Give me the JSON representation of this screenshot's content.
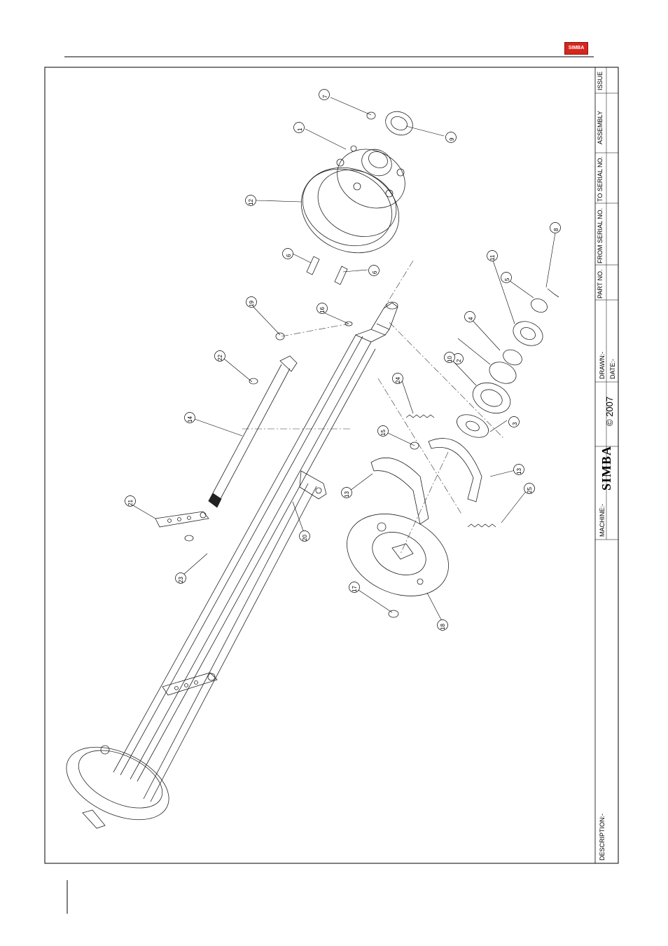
{
  "header": {
    "logo_text": "SIMBA",
    "logo_color": "#d7261e"
  },
  "title_block": {
    "description_label": "DESCRIPTION:-",
    "machine_label": "MACHINE:-",
    "brand": "SIMBA",
    "copyright": "© 2007",
    "drawn_label": "DRAWN:-",
    "date_label": "DATE:-",
    "part_no_label": "PART NO.",
    "from_serial_label": "FROM SERIAL NO.",
    "to_serial_label": "TO SERIAL NO.",
    "assembly_label": "ASSEMBLY",
    "issue_label": "ISSUE"
  },
  "callouts": [
    "1",
    "2",
    "3",
    "4",
    "5",
    "6",
    "6",
    "7",
    "8",
    "9",
    "10",
    "11",
    "12",
    "13",
    "13",
    "14",
    "15",
    "16",
    "17",
    "18",
    "19",
    "20",
    "21",
    "22",
    "23",
    "24",
    "25"
  ]
}
